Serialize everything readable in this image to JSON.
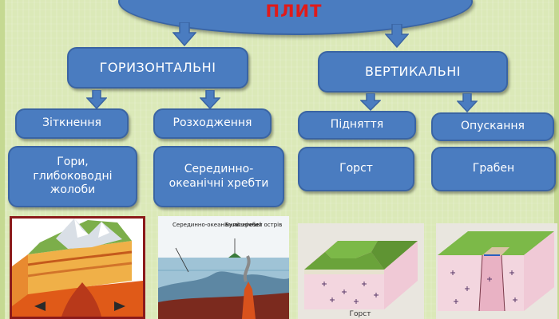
{
  "title": "ПЛИТ",
  "level1": [
    "ГОРИЗОНТАЛЬНІ",
    "ВЕРТИКАЛЬНІ"
  ],
  "level2": [
    "Зіткнення",
    "Розходження",
    "Підняття",
    "Опускання"
  ],
  "level3": [
    "Гори, глибоководні жолоби",
    "Серединно-океанічні хребти",
    "Горст",
    "Грабен"
  ],
  "images": {
    "ocean_labels": [
      "Серединно-океанічний хребет",
      "Вулканічний острів"
    ],
    "horst_caption": "Горст"
  },
  "colors": {
    "box_fill": "#4a7cc0",
    "title_text": "#e01a1a",
    "arrow_fill": "#4a7cc0",
    "background": "#dbe9b8"
  }
}
